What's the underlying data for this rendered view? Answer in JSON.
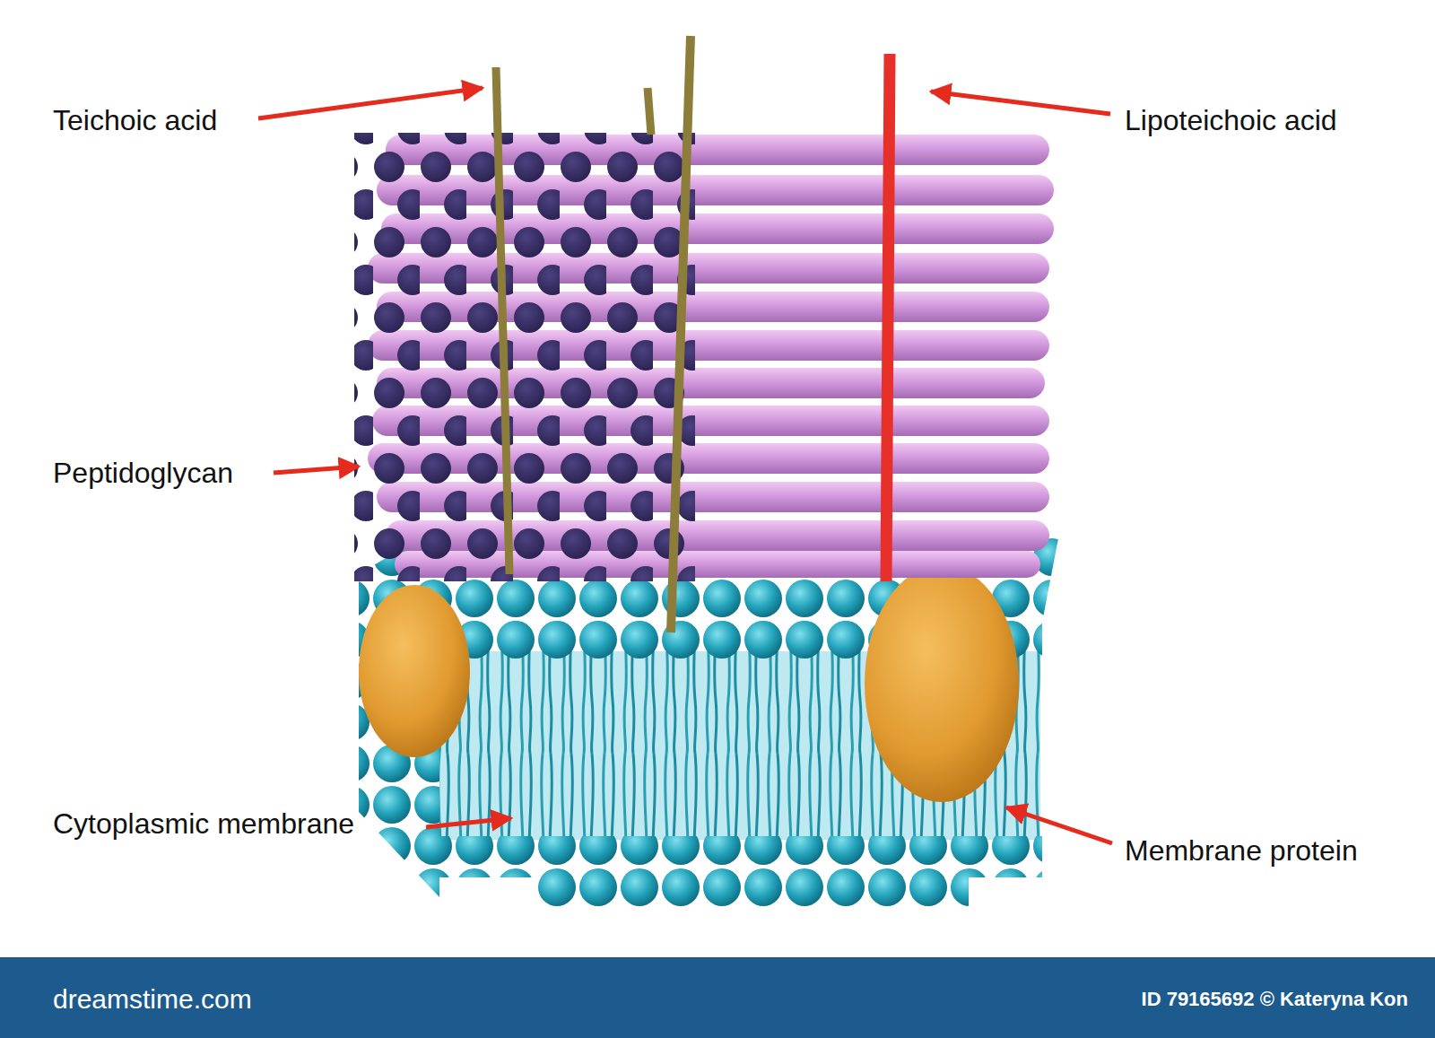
{
  "diagram": {
    "labels": [
      "Teichoic acid",
      "Lipoteichoic acid",
      "Peptidoglycan",
      "Cytoplasmic membrane",
      "Membrane protein",
      "dreamstime.com",
      "ID 79165692 © Kateryna Kon"
    ]
  }
}
